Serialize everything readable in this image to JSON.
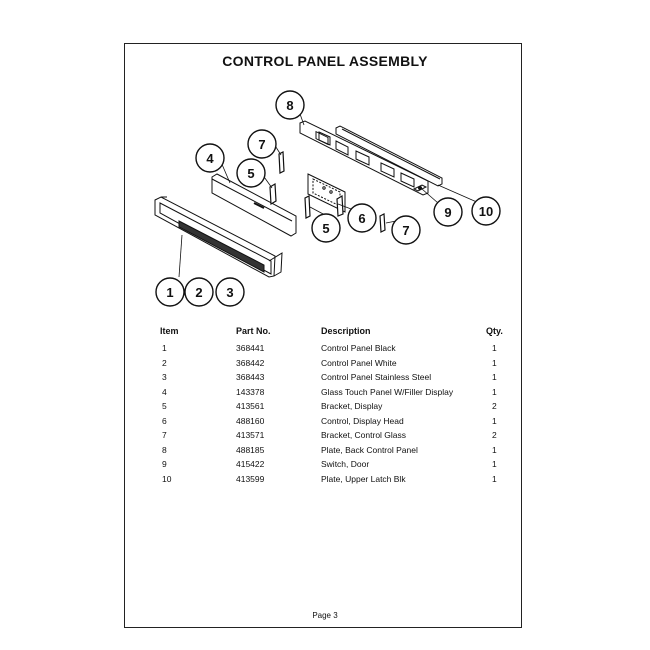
{
  "title": "CONTROL PANEL ASSEMBLY",
  "callouts": [
    "1",
    "2",
    "3",
    "4",
    "5",
    "5",
    "6",
    "7",
    "7",
    "8",
    "9",
    "10"
  ],
  "table": {
    "headers": {
      "item": "Item",
      "part": "Part No.",
      "desc": "Description",
      "qty": "Qty."
    },
    "rows": [
      {
        "item": "1",
        "part": "368441",
        "desc": "Control Panel Black",
        "qty": "1"
      },
      {
        "item": "2",
        "part": "368442",
        "desc": "Control Panel White",
        "qty": "1"
      },
      {
        "item": "3",
        "part": "368443",
        "desc": "Control Panel Stainless Steel",
        "qty": "1"
      },
      {
        "item": "4",
        "part": "143378",
        "desc": "Glass Touch Panel W/Filler Display",
        "qty": "1"
      },
      {
        "item": "5",
        "part": "413561",
        "desc": "Bracket, Display",
        "qty": "2"
      },
      {
        "item": "6",
        "part": "488160",
        "desc": "Control, Display Head",
        "qty": "1"
      },
      {
        "item": "7",
        "part": "413571",
        "desc": "Bracket, Control Glass",
        "qty": "2"
      },
      {
        "item": "8",
        "part": "488185",
        "desc": "Plate, Back Control Panel",
        "qty": "1"
      },
      {
        "item": "9",
        "part": "415422",
        "desc": "Switch, Door",
        "qty": "1"
      },
      {
        "item": "10",
        "part": "413599",
        "desc": "Plate, Upper Latch Blk",
        "qty": "1"
      }
    ]
  },
  "footer": "Page 3"
}
